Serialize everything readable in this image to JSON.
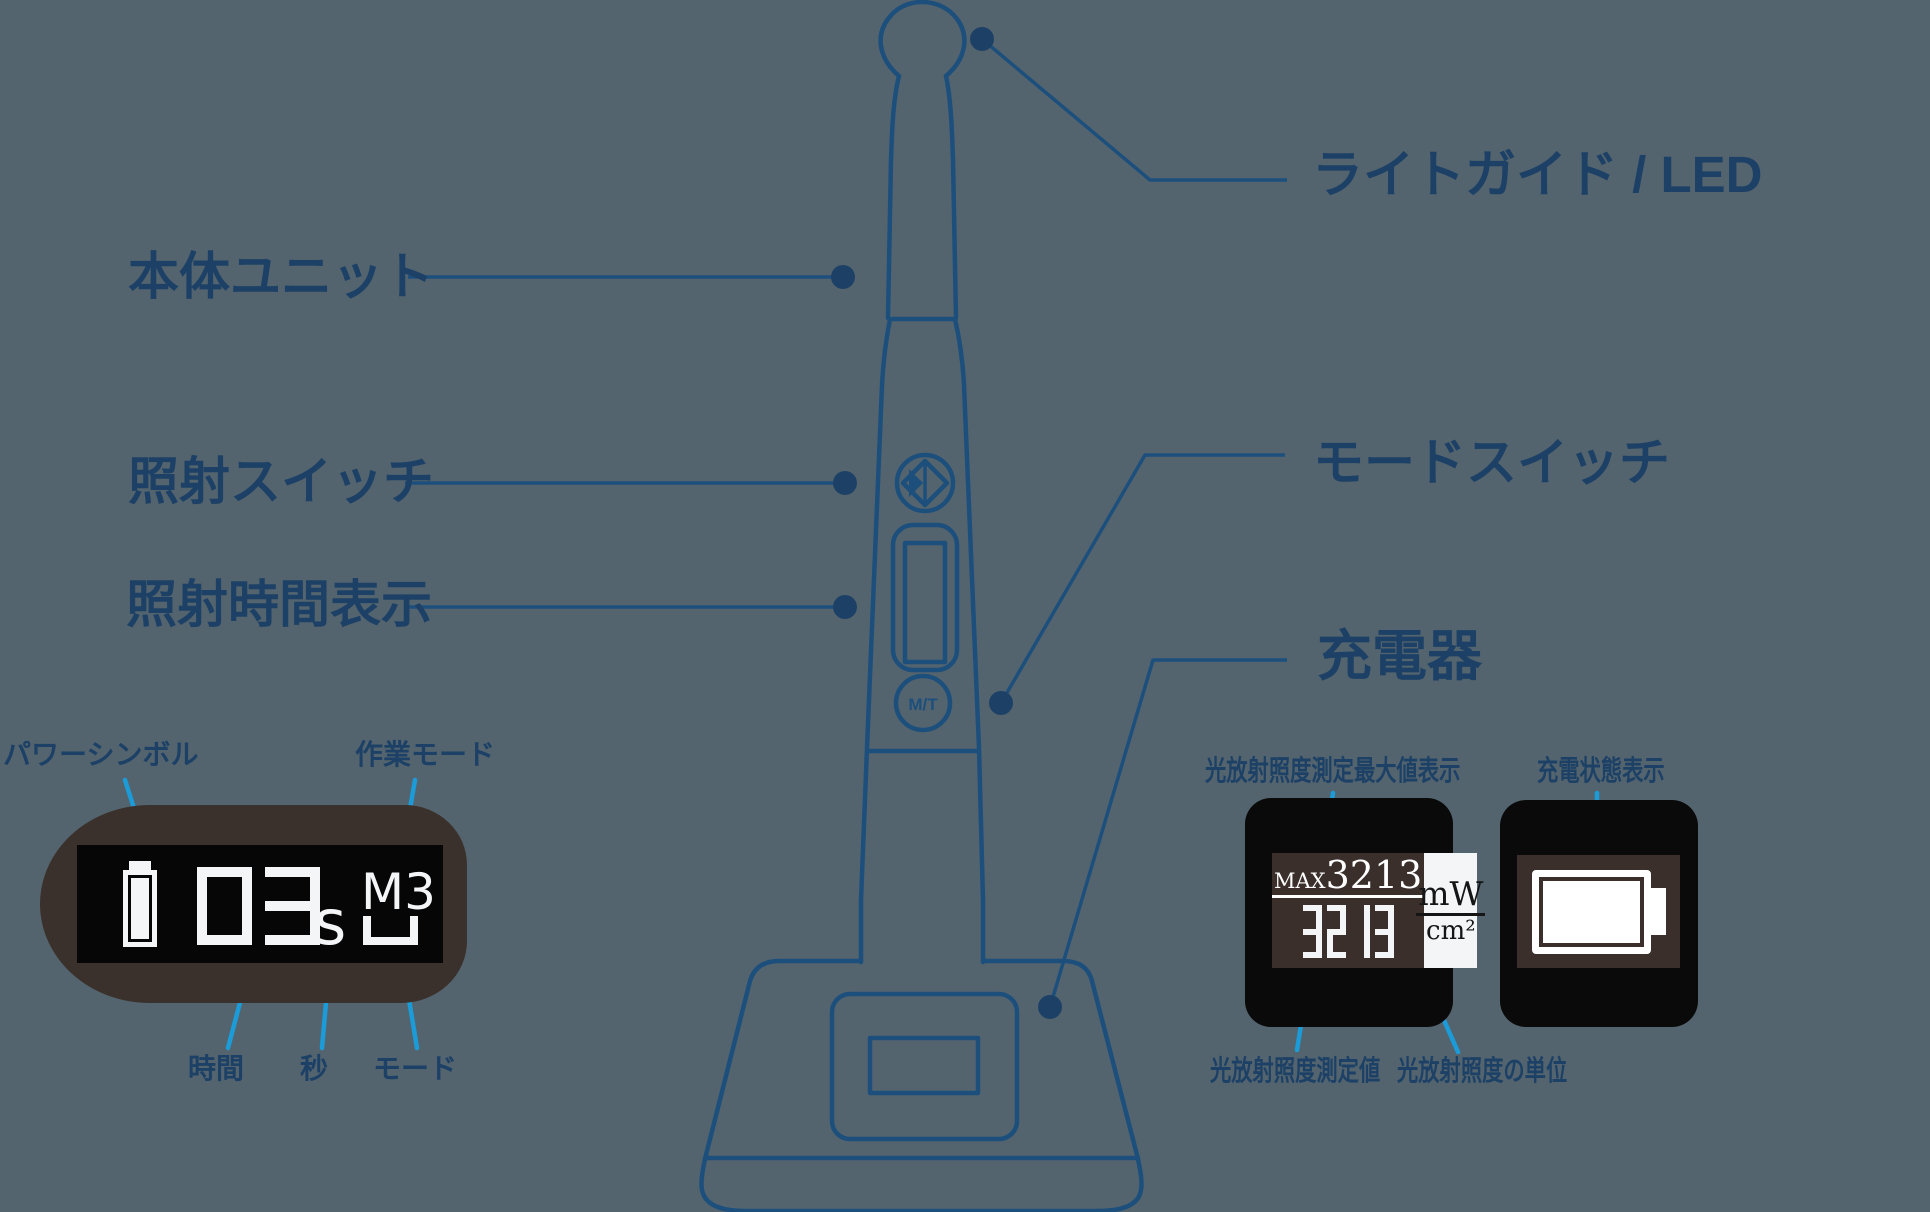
{
  "palette": {
    "background": "#53646e",
    "line_navy": "#1d4f7d",
    "label_navy": "#1d4166",
    "callout_cyan": "#1b9cd8",
    "display_black": "#0a0a0a",
    "bezel_brown": "#3a2f2b",
    "lcd_white": "#f4f5f6"
  },
  "callouts": {
    "light_guide": "ライトガイド / LED",
    "main_unit": "本体ユニット",
    "irradiation_switch": "照射スイッチ",
    "irradiation_time_display": "照射時間表示",
    "mode_switch": "モードスイッチ",
    "charger": "充電器"
  },
  "device": {
    "mt_button_label": "M/T"
  },
  "handpiece_display": {
    "labels": {
      "power_symbol": "パワーシンボル",
      "work_mode": "作業モード",
      "time": "時間",
      "seconds": "秒",
      "mode": "モード"
    },
    "time_value": "03",
    "time_unit": "s",
    "mode_value": "M3",
    "battery_icon": "battery-full-vertical"
  },
  "irradiance_display": {
    "labels": {
      "max_value": "光放射照度測定最大値表示",
      "measured_value": "光放射照度測定値",
      "unit": "光放射照度の単位"
    },
    "max_prefix": "MAX",
    "max_value": "3213",
    "measured_value": "3213",
    "unit_numerator": "mW",
    "unit_denominator": "cm²"
  },
  "charge_display": {
    "label": "充電状態表示",
    "battery_icon": "battery-full-horizontal"
  }
}
